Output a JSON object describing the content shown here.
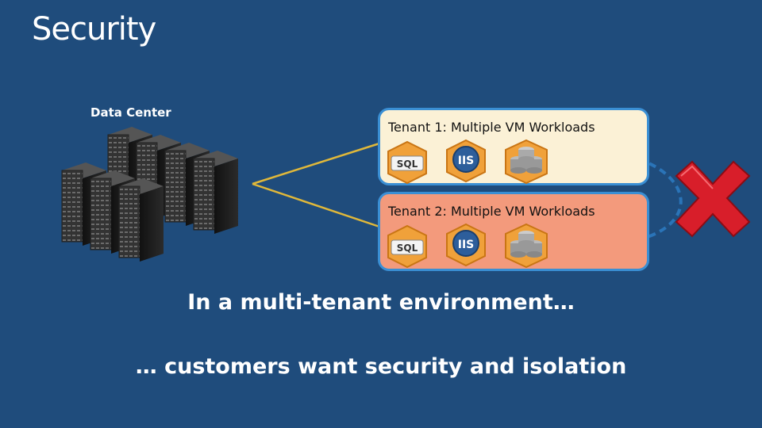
{
  "slide": {
    "title": "Security",
    "datacenter_label": "Data Center",
    "tenants": [
      {
        "title": "Tenant 1: Multiple VM Workloads",
        "icons": [
          "sql-icon",
          "iis-icon",
          "database-cluster-icon"
        ]
      },
      {
        "title": "Tenant 2: Multiple VM Workloads",
        "icons": [
          "sql-icon",
          "iis-icon",
          "database-cluster-icon"
        ]
      }
    ],
    "icon_labels": {
      "sql": "SQL",
      "iis": "IIS"
    },
    "headline": "In a multi-tenant environment…",
    "subheadline": "… customers want security and isolation"
  },
  "colors": {
    "background": "#1f4c7c",
    "tenant1_fill": "#fbf1d6",
    "tenant2_fill": "#f39a7c",
    "tenant_border": "#3a8fd4",
    "connector": "#e0b83a",
    "blocked_arrow": "#2a74b8",
    "deny_mark": "#d81e2a"
  }
}
